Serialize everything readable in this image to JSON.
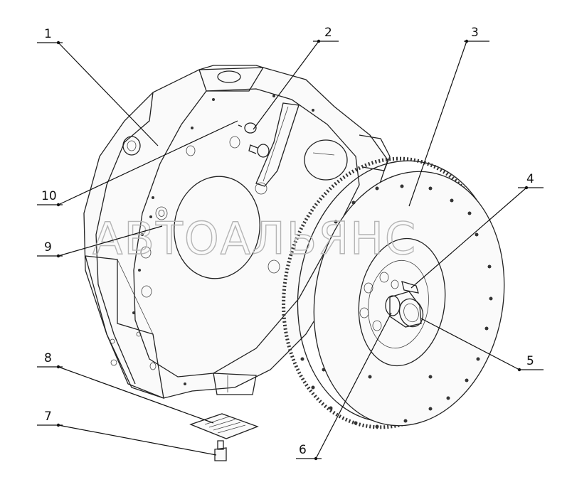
{
  "watermark": {
    "text": "АВТОАЛЬЯНС"
  },
  "callouts": [
    {
      "id": "c1",
      "label": "1"
    },
    {
      "id": "c2",
      "label": "2"
    },
    {
      "id": "c3",
      "label": "3"
    },
    {
      "id": "c4",
      "label": "4"
    },
    {
      "id": "c5",
      "label": "5"
    },
    {
      "id": "c6",
      "label": "6"
    },
    {
      "id": "c7",
      "label": "7"
    },
    {
      "id": "c8",
      "label": "8"
    },
    {
      "id": "c9",
      "label": "9"
    },
    {
      "id": "c10",
      "label": "10"
    }
  ],
  "colors": {
    "line": "#111111",
    "watermark": "#b5b5b5",
    "background": "#ffffff"
  }
}
